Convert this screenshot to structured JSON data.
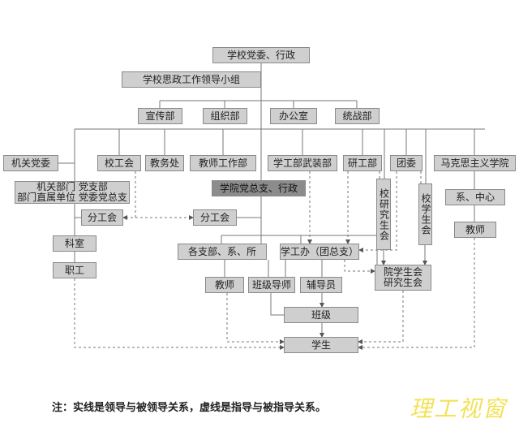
{
  "nodes": {
    "root": "学校党委、行政",
    "leading_group": "学校思政工作领导小组",
    "propaganda": "宣传部",
    "organization": "组织部",
    "office": "办公室",
    "united_front": "统战部",
    "organ_party": "机关党委",
    "union": "校工会",
    "academic_affairs": "教务处",
    "teacher_work": "教师工作部",
    "student_affairs": "学工部武装部",
    "grad_affairs": "研工部",
    "youth_league": "团委",
    "marxism_school": "马克思主义学院",
    "organ_dept_line1": "机关部门  党支部",
    "organ_dept_line2": "部门直属单位 党委党总支",
    "college_party": "学院党总支、行政",
    "branch_union_left": "分工会",
    "branch_union_right": "分工会",
    "dept_center": "系、中心",
    "marxism_teacher": "教师",
    "grad_union": "校研究生会",
    "student_union": "校学生会",
    "section_office": "科室",
    "staff": "职工",
    "branches": "各支部、系、所",
    "student_office": "学工办（团总支）",
    "college_union_line1": "院学生会",
    "college_union_line2": "研究生会",
    "teacher": "教师",
    "class_mentor": "班级导师",
    "counselor": "辅导员",
    "class": "班级",
    "students": "学生"
  },
  "note": "注：实线是领导与被领导关系，虚线是指导与被指导关系。",
  "logo_text": "理工视窗"
}
